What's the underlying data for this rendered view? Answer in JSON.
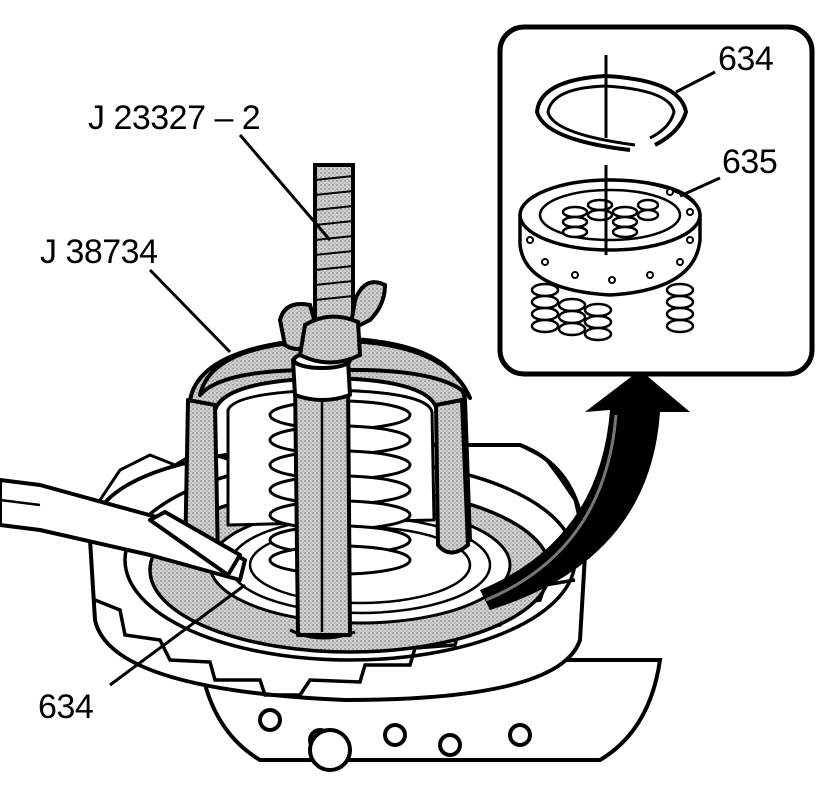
{
  "figure": {
    "callouts": {
      "tool_screw": "J 23327 – 2",
      "tool_compressor": "J 38734",
      "ring_main": "634",
      "ring_inset": "634",
      "spring_assembly": "635"
    },
    "colors": {
      "line": "#000000",
      "stipple": "#b8b8b8",
      "paper": "#ffffff"
    },
    "icons": {
      "arrow": "curved-arrow-icon"
    }
  }
}
